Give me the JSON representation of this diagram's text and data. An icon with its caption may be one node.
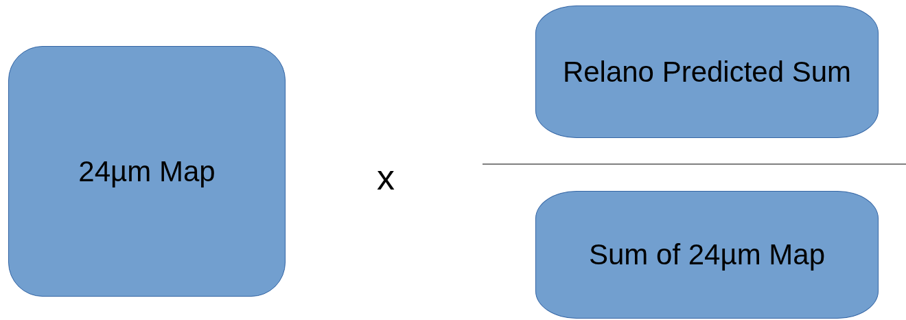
{
  "diagram": {
    "nodes": [
      {
        "text": [
          "24µm Map"
        ]
      },
      {
        "text": [
          "Relano Predicted Sum"
        ]
      },
      {
        "text": [
          "Sum of 24µm Map"
        ]
      }
    ],
    "labels": [
      "x"
    ]
  }
}
